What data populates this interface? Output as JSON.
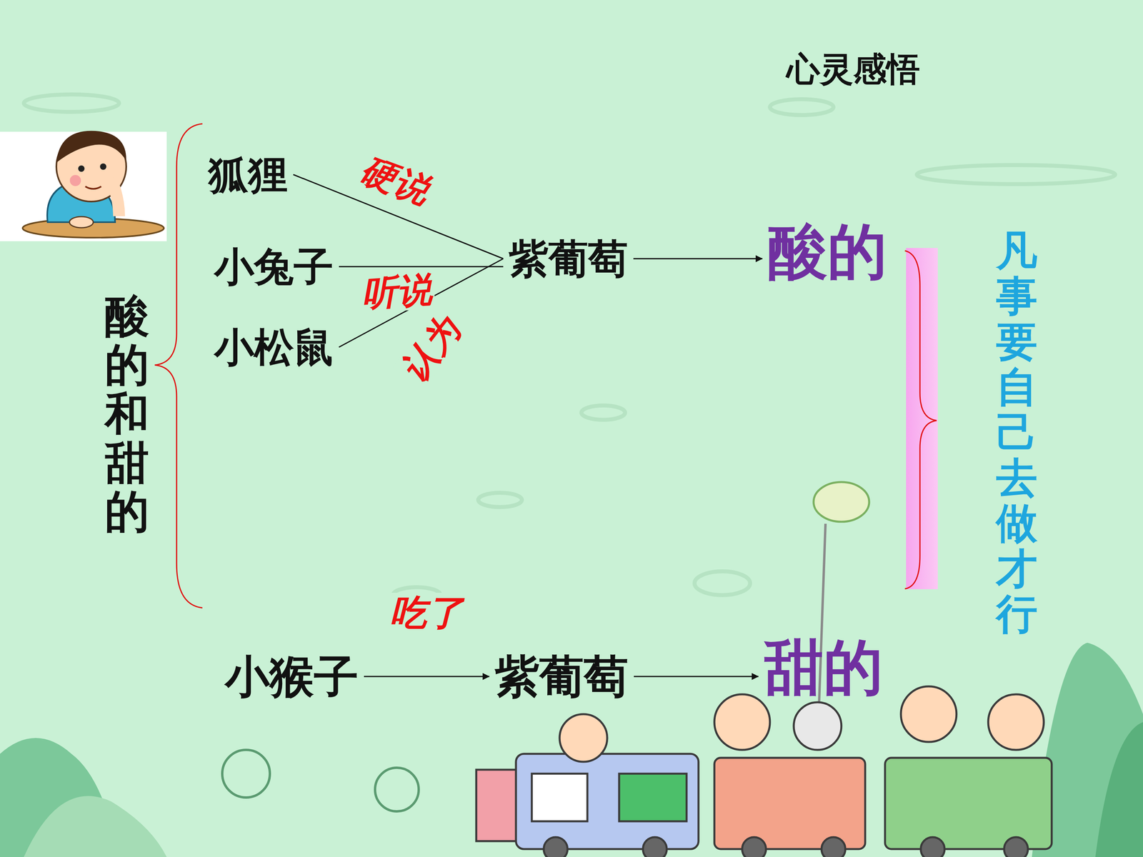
{
  "diagram": {
    "title": "心灵感悟",
    "nodes": [
      {
        "text": [
          "狐狸"
        ]
      },
      {
        "text": [
          "小兔子"
        ]
      },
      {
        "text": [
          "小松鼠"
        ]
      },
      {
        "text": [
          "紫葡萄"
        ]
      },
      {
        "text": [
          "酸的"
        ]
      },
      {
        "text": [
          "小猴子"
        ]
      },
      {
        "text": [
          "紫葡萄"
        ]
      },
      {
        "text": [
          "甜的"
        ]
      }
    ],
    "edges": [
      {
        "from": 0,
        "to": 3,
        "label": "硬说",
        "arrow": "none"
      },
      {
        "from": 1,
        "to": 3,
        "label": "听说",
        "arrow": "none"
      },
      {
        "from": 2,
        "to": 3,
        "label": "认为",
        "arrow": "none"
      },
      {
        "from": 3,
        "to": 4,
        "arrow": "to"
      },
      {
        "from": 5,
        "to": 6,
        "label": "吃了",
        "arrow": "to"
      },
      {
        "from": 6,
        "to": 7,
        "arrow": "to"
      }
    ],
    "labels": [
      "酸的和甜的",
      "凡事要自己去做才行"
    ]
  }
}
